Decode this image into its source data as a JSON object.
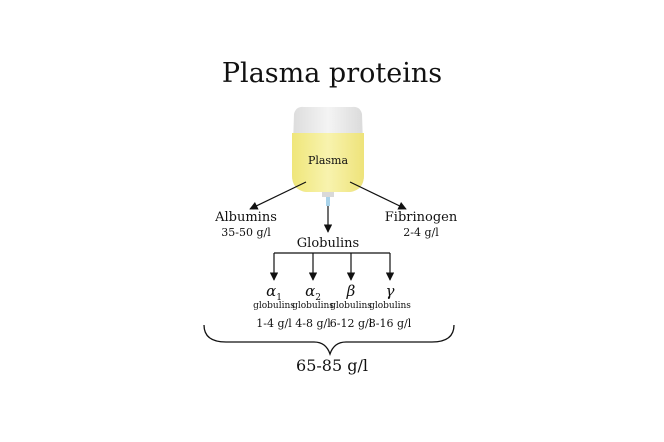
{
  "title": "Plasma proteins",
  "container_label": "Plasma",
  "albumins": {
    "name": "Albumins",
    "value": "35-50 g/l"
  },
  "fibrinogen": {
    "name": "Fibrinogen",
    "value": "2-4 g/l"
  },
  "globulins": {
    "name": "Globulins",
    "fractions": [
      {
        "symbol": "α",
        "subscript": "1",
        "sub_label": "globulins",
        "value": "1-4 g/l"
      },
      {
        "symbol": "α",
        "subscript": "2",
        "sub_label": "globulins",
        "value": "4-8 g/l"
      },
      {
        "symbol": "β",
        "subscript": "",
        "sub_label": "globulins",
        "value": "6-12 g/l"
      },
      {
        "symbol": "γ",
        "subscript": "",
        "sub_label": "globulins",
        "value": "8-16 g/l"
      }
    ]
  },
  "total": "65-85 g/l",
  "colors": {
    "plasma": "#f3ec8c",
    "bag": "#e7e7e7",
    "tube": "#a9d3ea",
    "line": "#111111"
  }
}
